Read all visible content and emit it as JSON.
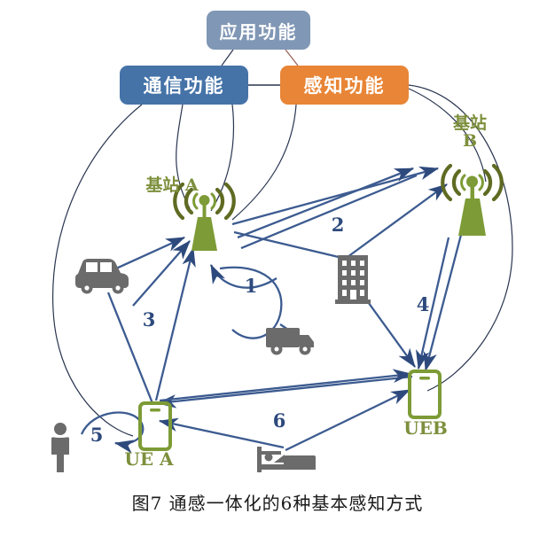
{
  "figure": {
    "caption": "图7    通感一体化的6种基本感知方式"
  },
  "colors": {
    "application_box": "#8097b5",
    "communication_box": "#4573a8",
    "sensing_box": "#e88536",
    "node_label_green": "#7d8f3c",
    "arrow_blue": "#2e4a7d",
    "curve_dark": "#2a3550",
    "object_gray": "#6b6b6b"
  },
  "function_boxes": {
    "application": "应用功能",
    "communication": "通信功能",
    "sensing": "感知功能"
  },
  "nodes": {
    "base_station_a": "基站 A",
    "base_station_b": "基站\nB",
    "ue_a": "UE A",
    "ue_b": "UEB"
  },
  "sensing_modes": [
    {
      "id": "1",
      "label": "1"
    },
    {
      "id": "2",
      "label": "2"
    },
    {
      "id": "3",
      "label": "3"
    },
    {
      "id": "4",
      "label": "4"
    },
    {
      "id": "5",
      "label": "5"
    },
    {
      "id": "6",
      "label": "6"
    }
  ]
}
